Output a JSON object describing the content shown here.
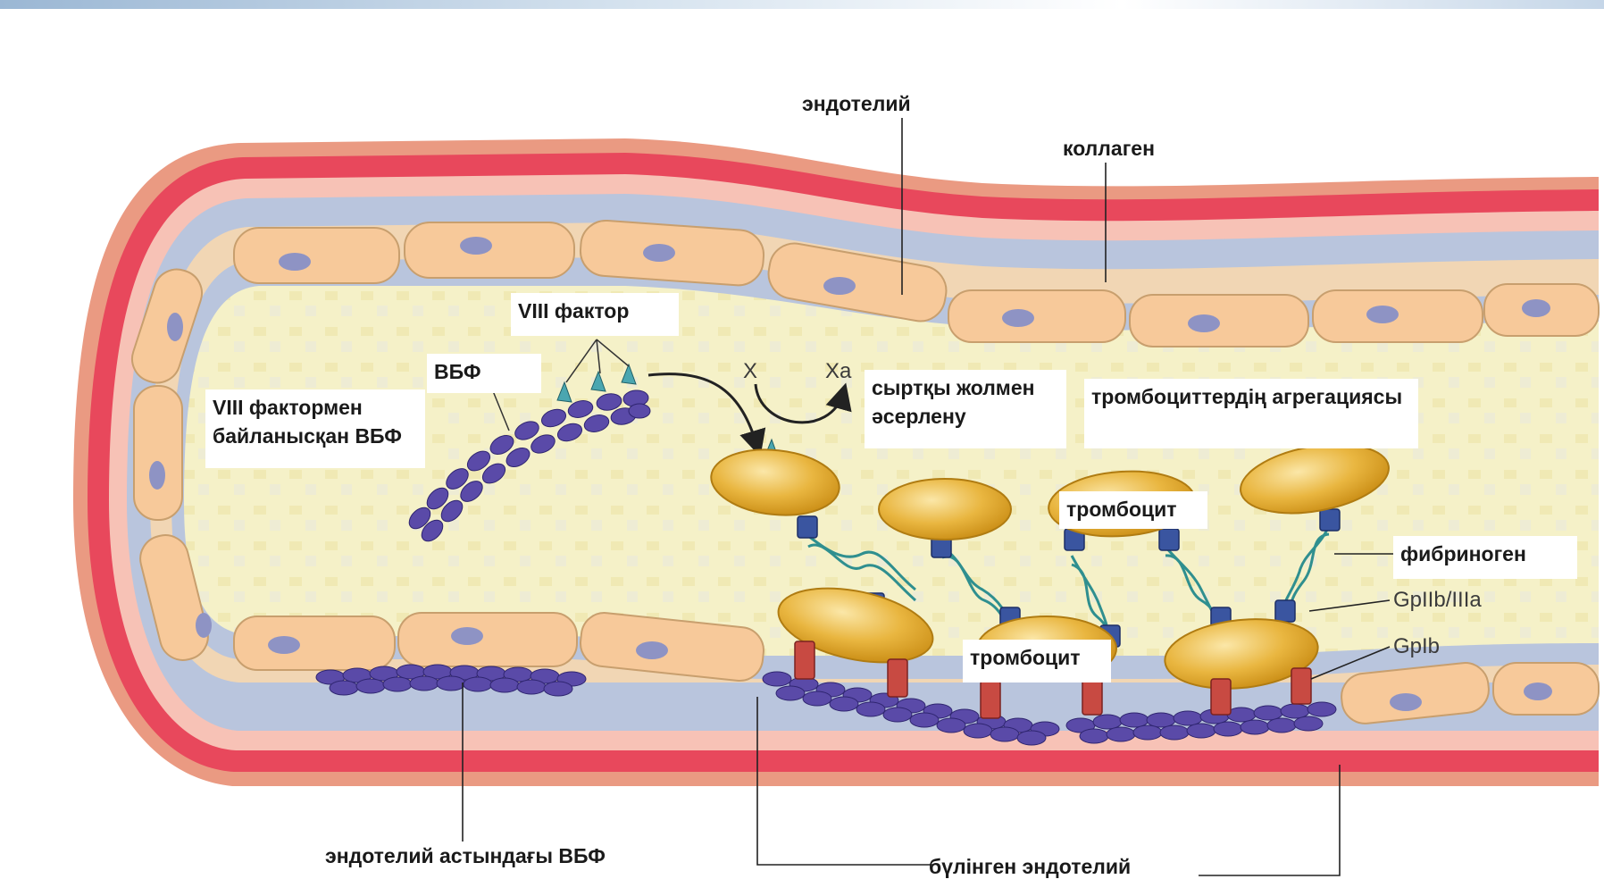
{
  "labels": {
    "endothelium": "эндотелий",
    "collagen": "коллаген",
    "factor_viii": "VIII фактор",
    "vwf": "ВБФ",
    "vwf_bound_line1": "VIII фактормен",
    "vwf_bound_line2": "байланысқан ВБФ",
    "x": "X",
    "xa": "Xa",
    "extrinsic_line1": "сыртқы жолмен",
    "extrinsic_line2": "әсерлену",
    "aggregation": "тромбоциттердің агрегациясы",
    "platelet_1": "тромбоцит",
    "platelet_2": "тромбоцит",
    "fibrinogen": "фибриноген",
    "gp2b3a": "GpIIb/IIIa",
    "gp1b": "GpIb",
    "subendothelial_vwf": "эндотелий астындағы ВБФ",
    "damaged_endothelium": "бүлінген эндотелий"
  },
  "colors": {
    "outer_wall": "#e9907e",
    "red_band": "#e8475c",
    "pink_band": "#f7c6bd",
    "blue_band": "#b8c4dc",
    "lumen": "#f4f0c0",
    "endothelial_cell": "#f7c99a",
    "nucleus": "#8e93c4",
    "platelet": "#e6b43c",
    "vwf_strand": "#5a4aa8",
    "gp2b3a": "#3a55a0",
    "gp1b": "#c84a42",
    "fibrinogen": "#2f8f8f"
  }
}
